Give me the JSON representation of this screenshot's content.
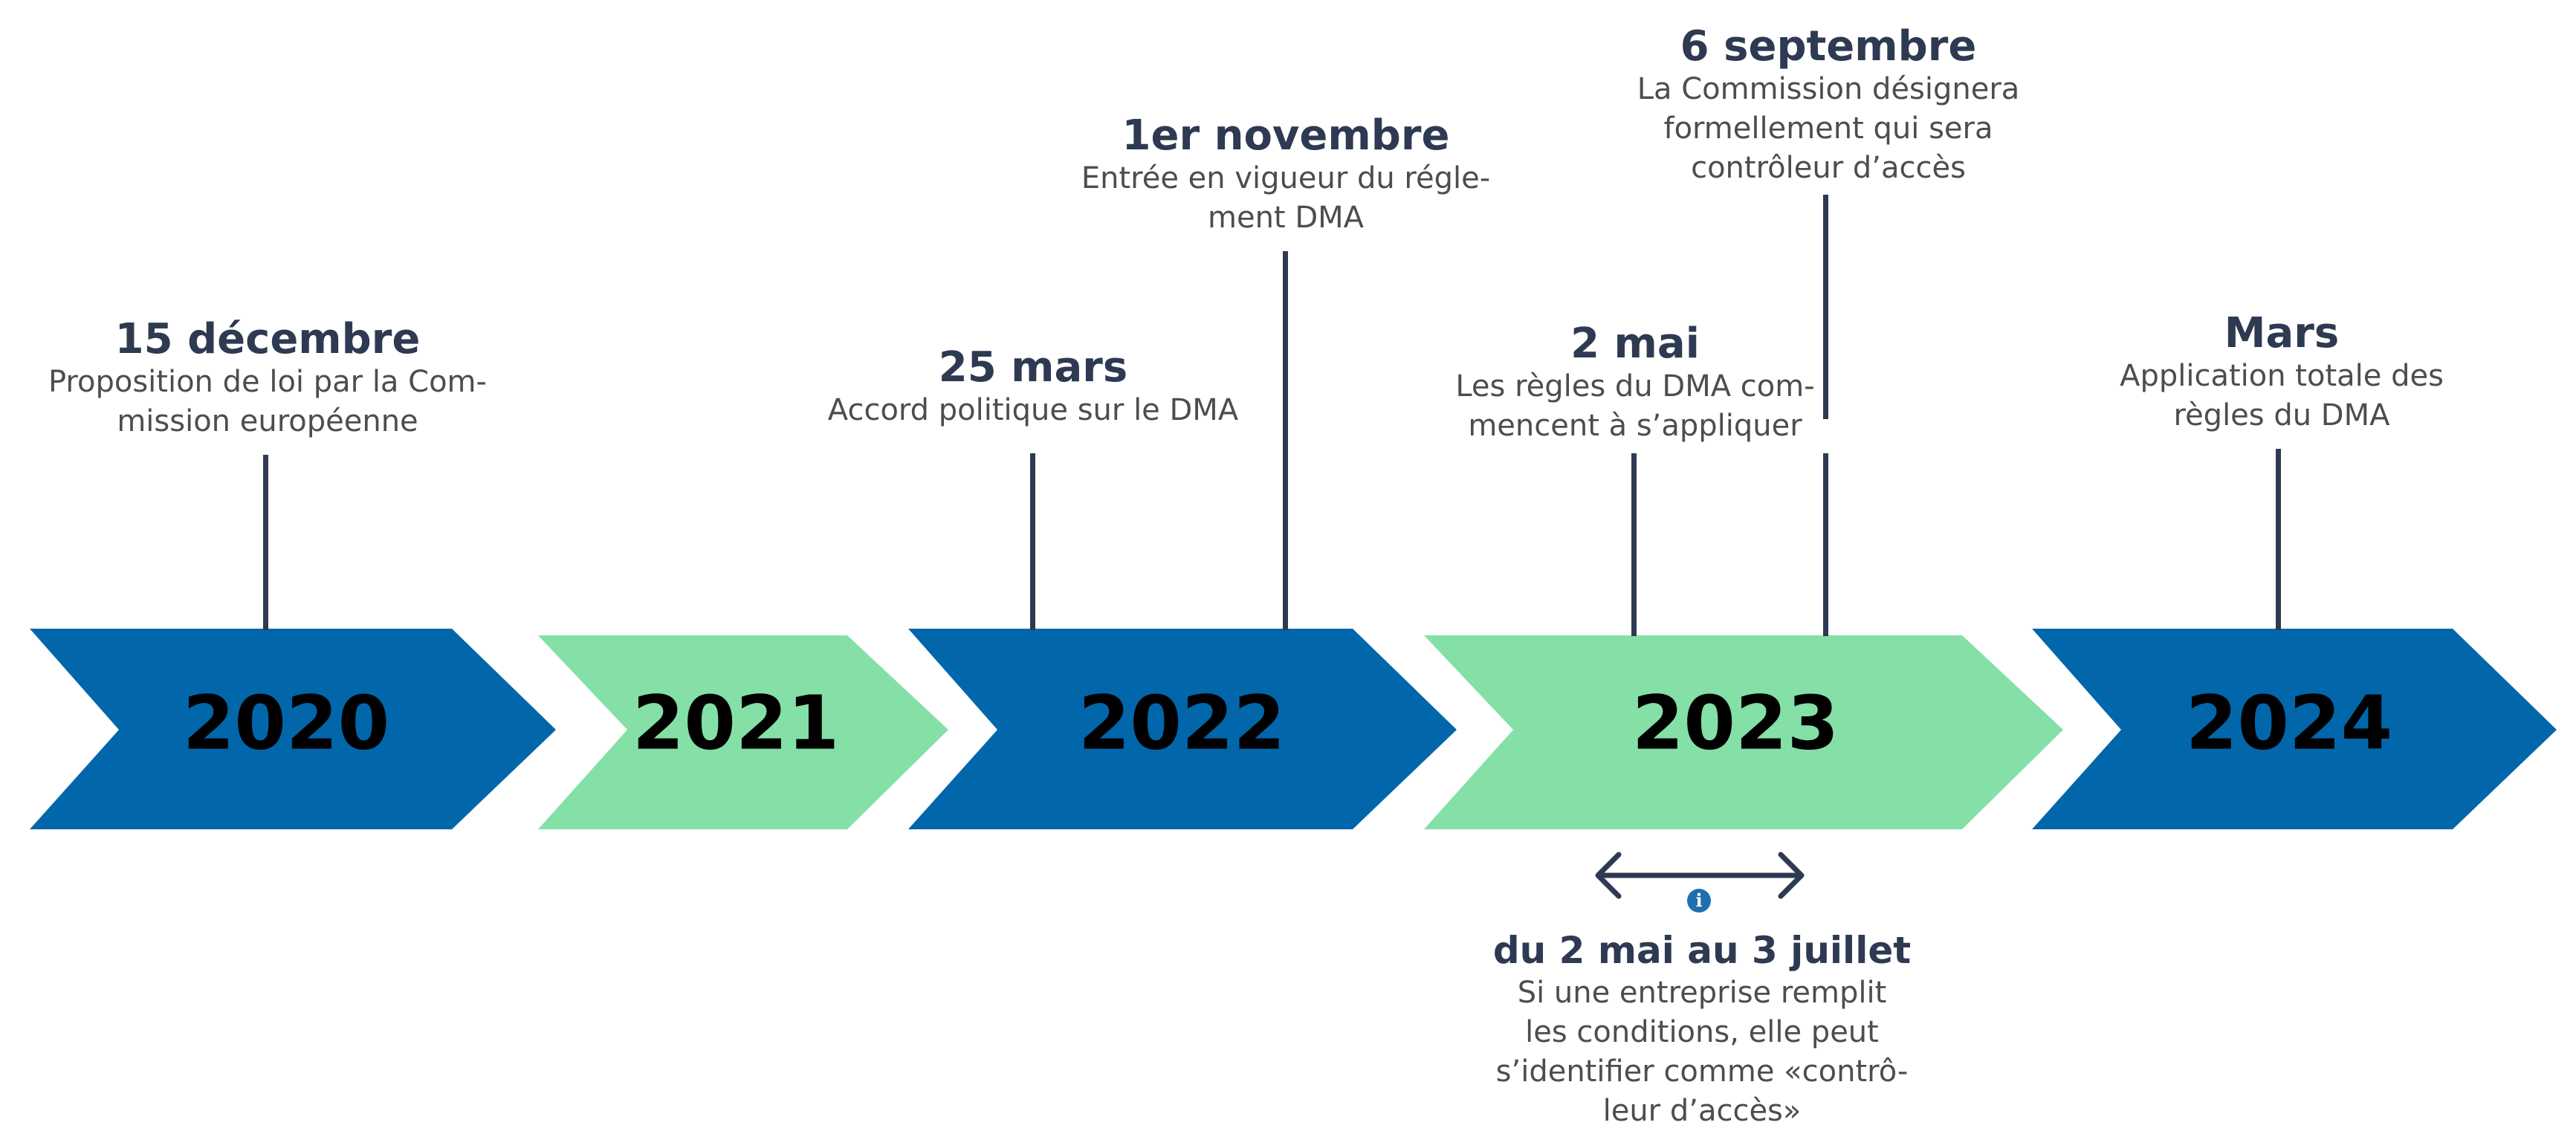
{
  "timeline": {
    "colors": {
      "blue": "#0266aa",
      "green": "#84e0a6",
      "text_dark": "#2e3a52",
      "text_gray": "#4d4d4d"
    },
    "years": [
      {
        "label": "2020",
        "color": "blue"
      },
      {
        "label": "2021",
        "color": "green"
      },
      {
        "label": "2022",
        "color": "blue"
      },
      {
        "label": "2023",
        "color": "green"
      },
      {
        "label": "2024",
        "color": "blue"
      }
    ],
    "events": [
      {
        "date": "15 décembre",
        "description": "Proposition de loi par la Com-\nmission européenne"
      },
      {
        "date": "25 mars",
        "description": "Accord politique sur le DMA"
      },
      {
        "date": "1er novembre",
        "description": "Entrée en vigueur du régle-\nment DMA"
      },
      {
        "date": "2 mai",
        "description": "Les règles du DMA com-\nmencent à s’appliquer"
      },
      {
        "date": "6 septembre",
        "description": "La Commission désignera\nformellement qui sera\ncontrôleur d’accès"
      },
      {
        "date": "Mars",
        "description": "Application totale des\nrègles du DMA"
      }
    ],
    "period": {
      "icon": "info-icon",
      "date": "du 2 mai au 3 juillet",
      "description": "Si une entreprise remplit\nles conditions, elle peut\ns’identifier comme «contrô-\nleur d’accès»"
    }
  }
}
